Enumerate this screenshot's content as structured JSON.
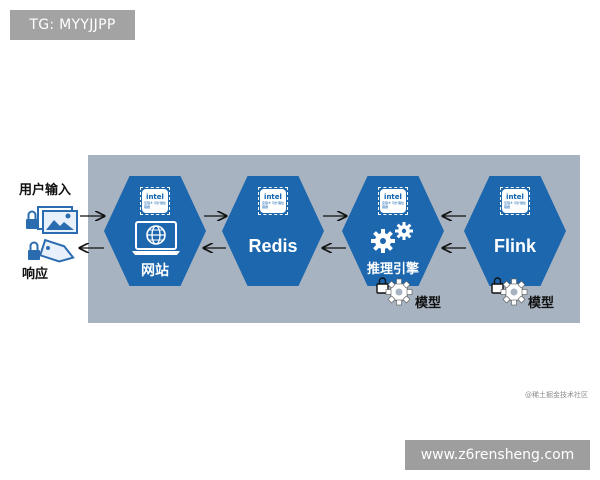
{
  "tag": "TG: MYYJJPP",
  "site": "www.z6rensheng.com",
  "watermark": "@稀土掘金技术社区",
  "chip": {
    "brand": "intel",
    "sub": "至强® 可扩展处理器"
  },
  "left": {
    "input_label": "用户输入",
    "response_label": "响应"
  },
  "nodes": [
    {
      "id": "website",
      "label": "网站",
      "icon": "globe-laptop-icon"
    },
    {
      "id": "redis",
      "label": "Redis",
      "icon": ""
    },
    {
      "id": "inference",
      "label": "推理引擎",
      "icon": "gears-icon"
    },
    {
      "id": "flink",
      "label": "Flink",
      "icon": ""
    }
  ],
  "models": [
    {
      "label": "模型",
      "icon": "lock-gear-icon"
    },
    {
      "label": "模型",
      "icon": "lock-gear-icon"
    }
  ],
  "colors": {
    "hex": "#1c67ae",
    "panel": "#a7b3c0",
    "tag_bg": "#a3a3a3"
  }
}
